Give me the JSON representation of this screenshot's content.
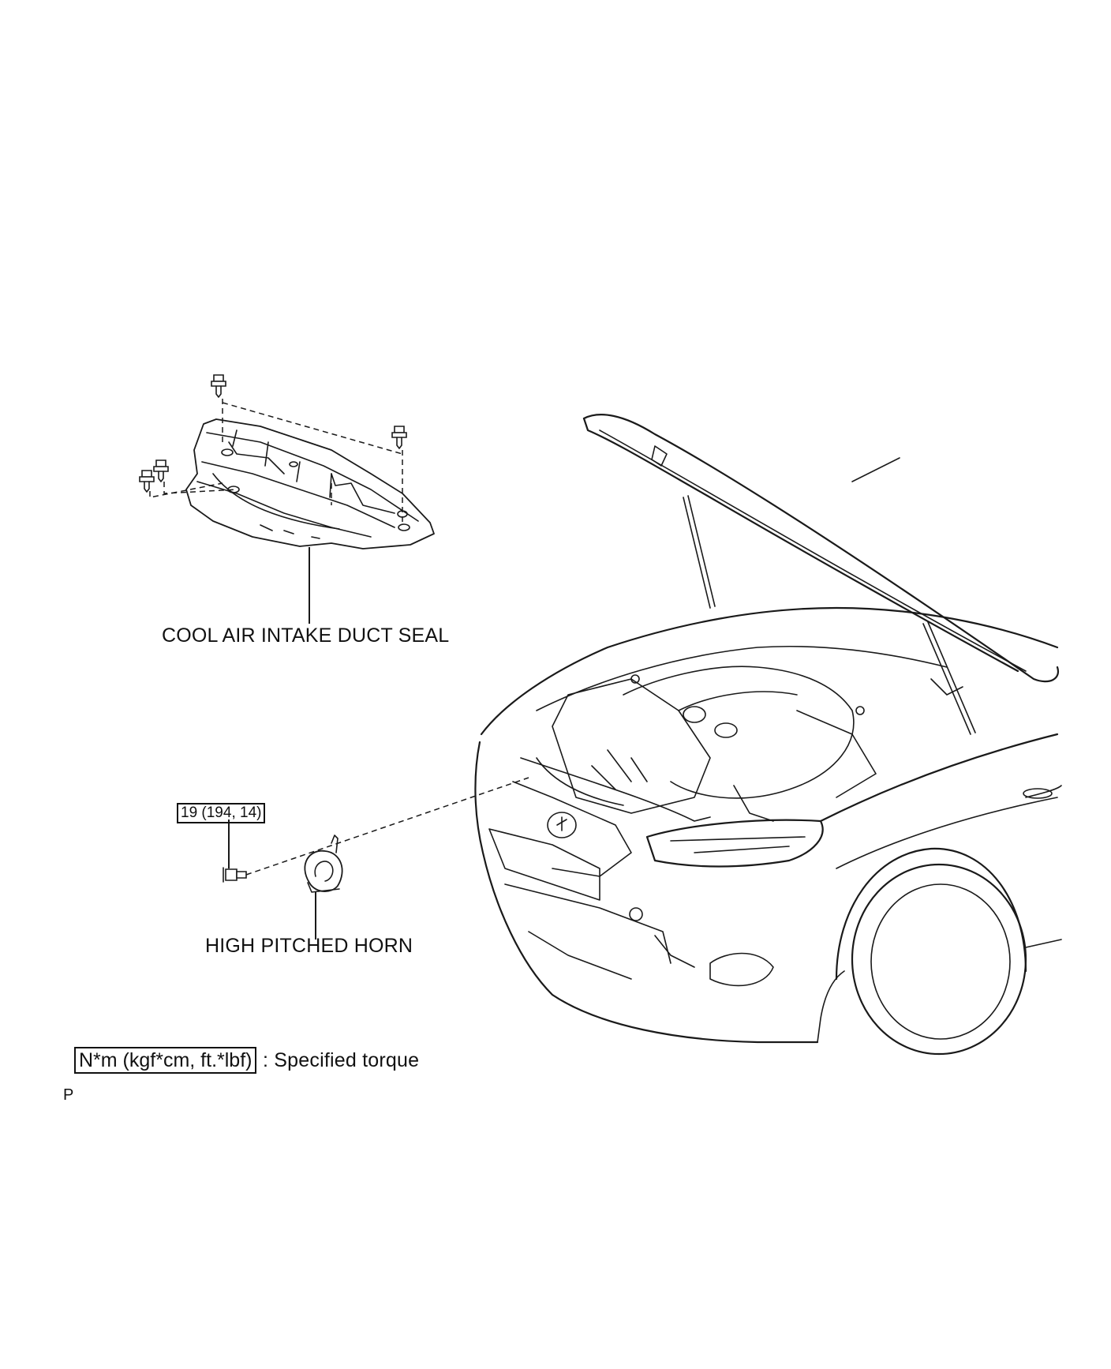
{
  "labels": {
    "duct_seal": "COOL AIR INTAKE DUCT SEAL",
    "horn": "HIGH PITCHED HORN",
    "torque_value": "19 (194, 14)"
  },
  "legend": {
    "unit_box": "N*m (kgf*cm, ft.*lbf)",
    "description": ": Specified torque"
  },
  "page_code": "P"
}
